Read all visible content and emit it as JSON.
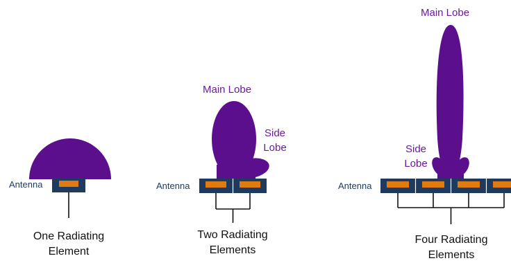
{
  "colors": {
    "lobe": "#5b0f8c",
    "lobe_label": "#6a1a9a",
    "antenna_base": "#1f3a5f",
    "element": "#e07b12",
    "feed_line": "#111111",
    "antenna_label": "#1b3a5c"
  },
  "panels": [
    {
      "antenna_label": "Antenna",
      "caption_lines": [
        "One Radiating",
        "Element"
      ]
    },
    {
      "antenna_label": "Antenna",
      "main_lobe_label": "Main Lobe",
      "side_lobe_lines": [
        "Side",
        "Lobe"
      ],
      "caption_lines": [
        "Two Radiating",
        "Elements"
      ]
    },
    {
      "antenna_label": "Antenna",
      "main_lobe_label": "Main Lobe",
      "side_lobe_lines": [
        "Side",
        "Lobe"
      ],
      "caption_lines": [
        "Four Radiating",
        "Elements"
      ]
    }
  ]
}
